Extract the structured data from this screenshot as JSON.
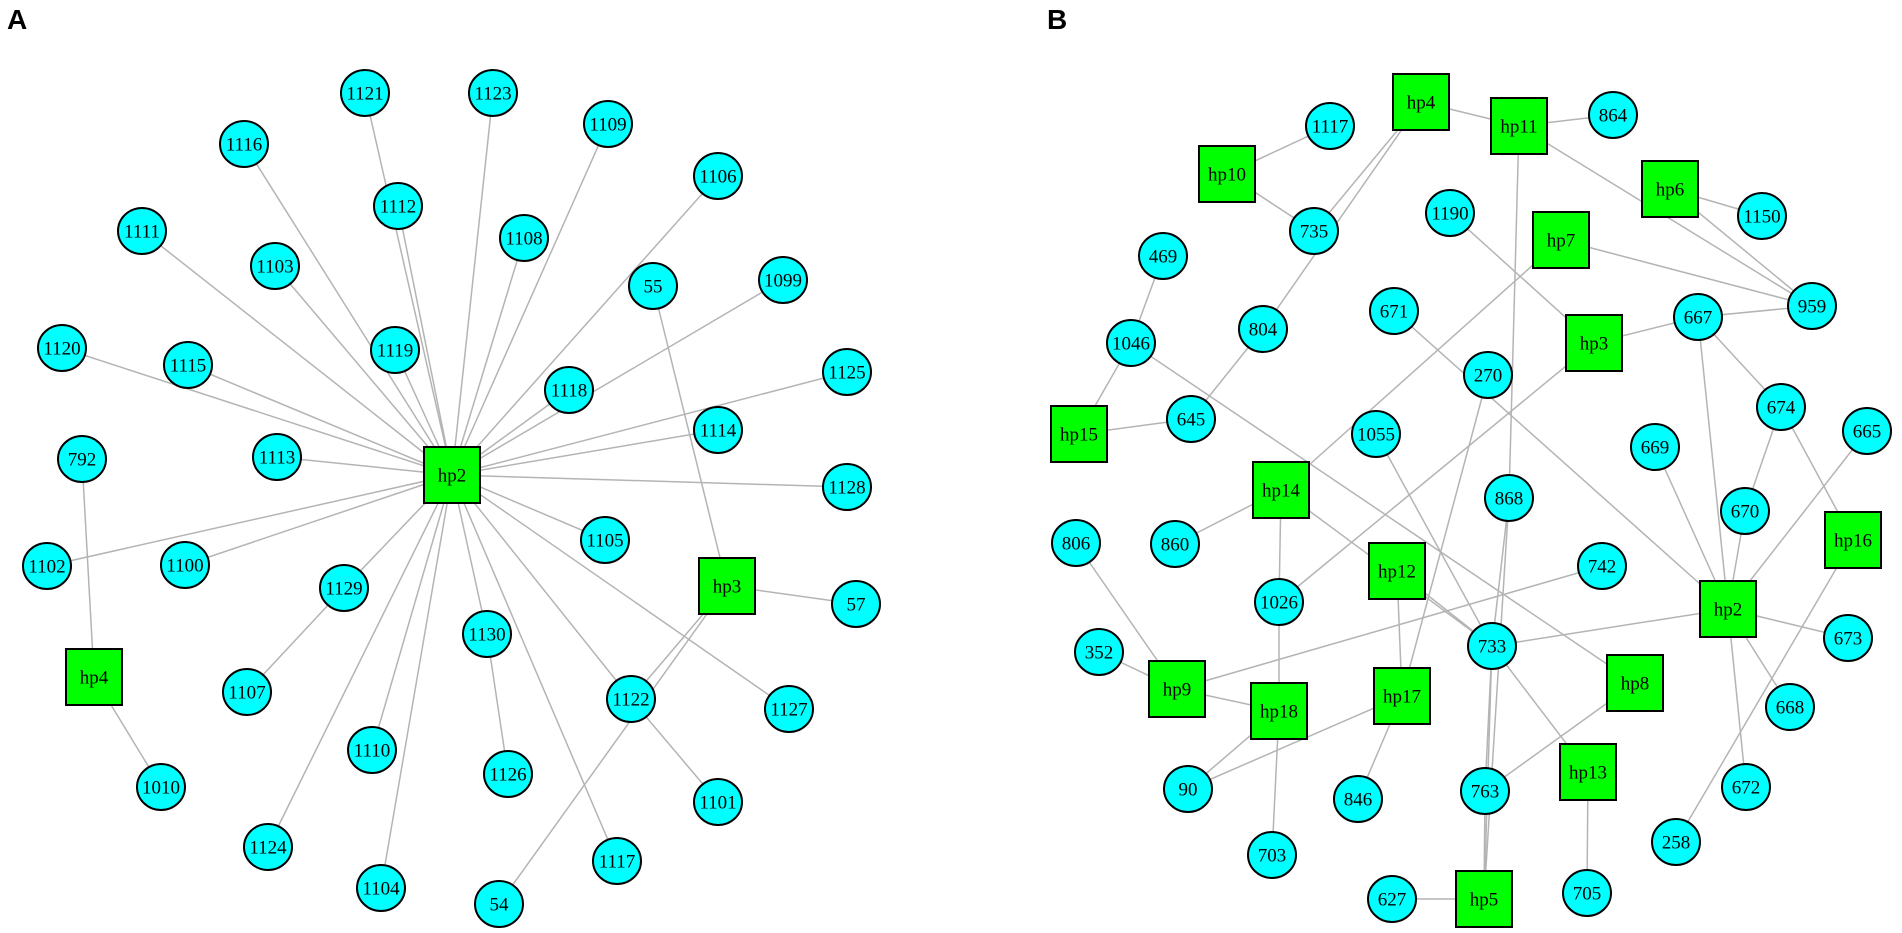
{
  "panels": {
    "a": {
      "label": "A",
      "nodes": [
        {
          "id": "hp2",
          "type": "hp"
        },
        {
          "id": "hp3",
          "type": "hp"
        },
        {
          "id": "hp4",
          "type": "hp"
        },
        {
          "id": "1121",
          "type": "gene"
        },
        {
          "id": "1123",
          "type": "gene"
        },
        {
          "id": "1109",
          "type": "gene"
        },
        {
          "id": "1116",
          "type": "gene"
        },
        {
          "id": "1112",
          "type": "gene"
        },
        {
          "id": "1106",
          "type": "gene"
        },
        {
          "id": "1111",
          "type": "gene"
        },
        {
          "id": "1108",
          "type": "gene"
        },
        {
          "id": "1103",
          "type": "gene"
        },
        {
          "id": "55",
          "type": "gene"
        },
        {
          "id": "1099",
          "type": "gene"
        },
        {
          "id": "1120",
          "type": "gene"
        },
        {
          "id": "1115",
          "type": "gene"
        },
        {
          "id": "1119",
          "type": "gene"
        },
        {
          "id": "1118",
          "type": "gene"
        },
        {
          "id": "1125",
          "type": "gene"
        },
        {
          "id": "792",
          "type": "gene"
        },
        {
          "id": "1113",
          "type": "gene"
        },
        {
          "id": "1114",
          "type": "gene"
        },
        {
          "id": "1128",
          "type": "gene"
        },
        {
          "id": "1102",
          "type": "gene"
        },
        {
          "id": "1100",
          "type": "gene"
        },
        {
          "id": "1105",
          "type": "gene"
        },
        {
          "id": "1129",
          "type": "gene"
        },
        {
          "id": "57",
          "type": "gene"
        },
        {
          "id": "1130",
          "type": "gene"
        },
        {
          "id": "1107",
          "type": "gene"
        },
        {
          "id": "1122",
          "type": "gene"
        },
        {
          "id": "1127",
          "type": "gene"
        },
        {
          "id": "1110",
          "type": "gene"
        },
        {
          "id": "1126",
          "type": "gene"
        },
        {
          "id": "1101",
          "type": "gene"
        },
        {
          "id": "1010",
          "type": "gene"
        },
        {
          "id": "1124",
          "type": "gene"
        },
        {
          "id": "1104",
          "type": "gene"
        },
        {
          "id": "1117",
          "type": "gene"
        },
        {
          "id": "54",
          "type": "gene"
        }
      ],
      "edges": [
        [
          "hp2",
          "1121"
        ],
        [
          "hp2",
          "1123"
        ],
        [
          "hp2",
          "1109"
        ],
        [
          "hp2",
          "1116"
        ],
        [
          "hp2",
          "1112"
        ],
        [
          "hp2",
          "1106"
        ],
        [
          "hp2",
          "1111"
        ],
        [
          "hp2",
          "1108"
        ],
        [
          "hp2",
          "1103"
        ],
        [
          "hp2",
          "1099"
        ],
        [
          "hp2",
          "1120"
        ],
        [
          "hp2",
          "1115"
        ],
        [
          "hp2",
          "1119"
        ],
        [
          "hp2",
          "1118"
        ],
        [
          "hp2",
          "1125"
        ],
        [
          "hp2",
          "1113"
        ],
        [
          "hp2",
          "1114"
        ],
        [
          "hp2",
          "1128"
        ],
        [
          "hp2",
          "1102"
        ],
        [
          "hp2",
          "1100"
        ],
        [
          "hp2",
          "1105"
        ],
        [
          "hp2",
          "1129"
        ],
        [
          "hp2",
          "1130"
        ],
        [
          "hp2",
          "1122"
        ],
        [
          "hp2",
          "1127"
        ],
        [
          "hp2",
          "1110"
        ],
        [
          "hp2",
          "1124"
        ],
        [
          "hp2",
          "1104"
        ],
        [
          "hp2",
          "1117"
        ],
        [
          "hp3",
          "55"
        ],
        [
          "hp3",
          "57"
        ],
        [
          "hp3",
          "1122"
        ],
        [
          "hp3",
          "54"
        ],
        [
          "hp4",
          "792"
        ],
        [
          "hp4",
          "1010"
        ],
        [
          "1129",
          "1107"
        ],
        [
          "1130",
          "1126"
        ],
        [
          "1122",
          "1101"
        ]
      ]
    },
    "b": {
      "label": "B",
      "nodes": [
        {
          "id": "hp4",
          "type": "hp"
        },
        {
          "id": "hp11",
          "type": "hp"
        },
        {
          "id": "hp10",
          "type": "hp"
        },
        {
          "id": "hp6",
          "type": "hp"
        },
        {
          "id": "hp7",
          "type": "hp"
        },
        {
          "id": "hp3",
          "type": "hp"
        },
        {
          "id": "hp15",
          "type": "hp"
        },
        {
          "id": "hp14",
          "type": "hp"
        },
        {
          "id": "hp12",
          "type": "hp"
        },
        {
          "id": "hp16",
          "type": "hp"
        },
        {
          "id": "hp2",
          "type": "hp"
        },
        {
          "id": "hp9",
          "type": "hp"
        },
        {
          "id": "hp18",
          "type": "hp"
        },
        {
          "id": "hp17",
          "type": "hp"
        },
        {
          "id": "hp8",
          "type": "hp"
        },
        {
          "id": "hp13",
          "type": "hp"
        },
        {
          "id": "hp5",
          "type": "hp"
        },
        {
          "id": "1117",
          "type": "gene"
        },
        {
          "id": "864",
          "type": "gene"
        },
        {
          "id": "735",
          "type": "gene"
        },
        {
          "id": "1150",
          "type": "gene"
        },
        {
          "id": "1190",
          "type": "gene"
        },
        {
          "id": "469",
          "type": "gene"
        },
        {
          "id": "959",
          "type": "gene"
        },
        {
          "id": "671",
          "type": "gene"
        },
        {
          "id": "667",
          "type": "gene"
        },
        {
          "id": "1046",
          "type": "gene"
        },
        {
          "id": "804",
          "type": "gene"
        },
        {
          "id": "270",
          "type": "gene"
        },
        {
          "id": "674",
          "type": "gene"
        },
        {
          "id": "645",
          "type": "gene"
        },
        {
          "id": "665",
          "type": "gene"
        },
        {
          "id": "1055",
          "type": "gene"
        },
        {
          "id": "669",
          "type": "gene"
        },
        {
          "id": "868",
          "type": "gene"
        },
        {
          "id": "670",
          "type": "gene"
        },
        {
          "id": "806",
          "type": "gene"
        },
        {
          "id": "860",
          "type": "gene"
        },
        {
          "id": "742",
          "type": "gene"
        },
        {
          "id": "1026",
          "type": "gene"
        },
        {
          "id": "673",
          "type": "gene"
        },
        {
          "id": "733",
          "type": "gene"
        },
        {
          "id": "352",
          "type": "gene"
        },
        {
          "id": "668",
          "type": "gene"
        },
        {
          "id": "90",
          "type": "gene"
        },
        {
          "id": "846",
          "type": "gene"
        },
        {
          "id": "763",
          "type": "gene"
        },
        {
          "id": "672",
          "type": "gene"
        },
        {
          "id": "258",
          "type": "gene"
        },
        {
          "id": "703",
          "type": "gene"
        },
        {
          "id": "627",
          "type": "gene"
        },
        {
          "id": "705",
          "type": "gene"
        }
      ],
      "edges": [
        [
          "hp10",
          "1117"
        ],
        [
          "hp10",
          "735"
        ],
        [
          "hp4",
          "735"
        ],
        [
          "hp4",
          "804"
        ],
        [
          "hp4",
          "hp11"
        ],
        [
          "hp11",
          "864"
        ],
        [
          "hp11",
          "959"
        ],
        [
          "hp11",
          "868"
        ],
        [
          "hp6",
          "1150"
        ],
        [
          "hp6",
          "959"
        ],
        [
          "hp7",
          "959"
        ],
        [
          "hp7",
          "hp14"
        ],
        [
          "1190",
          "hp3"
        ],
        [
          "hp3",
          "667"
        ],
        [
          "hp3",
          "1026"
        ],
        [
          "667",
          "959"
        ],
        [
          "667",
          "674"
        ],
        [
          "667",
          "hp2"
        ],
        [
          "469",
          "1046"
        ],
        [
          "1046",
          "hp15"
        ],
        [
          "1046",
          "hp8"
        ],
        [
          "hp15",
          "645"
        ],
        [
          "804",
          "645"
        ],
        [
          "671",
          "hp2"
        ],
        [
          "270",
          "hp17"
        ],
        [
          "674",
          "670"
        ],
        [
          "674",
          "hp16"
        ],
        [
          "665",
          "hp2"
        ],
        [
          "669",
          "hp2"
        ],
        [
          "670",
          "hp2"
        ],
        [
          "hp2",
          "673"
        ],
        [
          "hp2",
          "668"
        ],
        [
          "hp2",
          "672"
        ],
        [
          "hp2",
          "733"
        ],
        [
          "hp16",
          "258"
        ],
        [
          "1055",
          "733"
        ],
        [
          "868",
          "733"
        ],
        [
          "868",
          "hp5"
        ],
        [
          "hp14",
          "860"
        ],
        [
          "hp14",
          "1026"
        ],
        [
          "hp14",
          "733"
        ],
        [
          "1026",
          "hp18"
        ],
        [
          "hp12",
          "733"
        ],
        [
          "hp12",
          "hp17"
        ],
        [
          "742",
          "hp9"
        ],
        [
          "806",
          "hp9"
        ],
        [
          "352",
          "hp9"
        ],
        [
          "hp9",
          "hp18"
        ],
        [
          "hp18",
          "90"
        ],
        [
          "hp18",
          "703"
        ],
        [
          "hp17",
          "90"
        ],
        [
          "hp17",
          "846"
        ],
        [
          "733",
          "hp13"
        ],
        [
          "733",
          "763"
        ],
        [
          "733",
          "hp5"
        ],
        [
          "hp8",
          "763"
        ],
        [
          "763",
          "hp5"
        ],
        [
          "hp5",
          "627"
        ],
        [
          "hp13",
          "705"
        ]
      ]
    }
  }
}
